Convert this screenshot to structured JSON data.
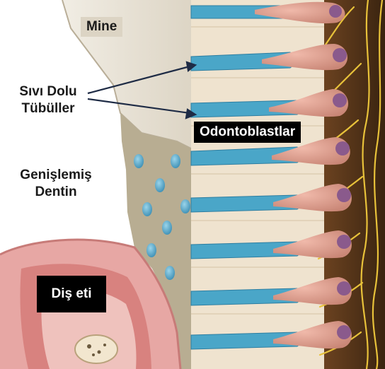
{
  "labels": {
    "mine": "Mine",
    "fluid_tubules": [
      "Sıvı Dolu",
      "Tübüller"
    ],
    "dilated_dentin": [
      "Genişlemiş",
      "Dentin"
    ],
    "odontoblasts": "Odontoblastlar",
    "gingiva": "Diş eti"
  },
  "colors": {
    "tubule": "#4aa6c8",
    "dentin_band": "#efe3cf",
    "enamel": "#e8e2d6",
    "gum": "#e7a7a4",
    "nerve": "#e8c23a",
    "cell": "#d99a8c",
    "nucleus": "#8a5a8c"
  }
}
